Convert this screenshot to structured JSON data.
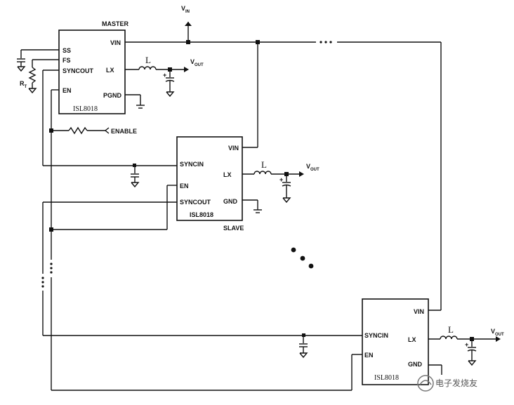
{
  "supply": {
    "vin_label": "V",
    "vin_sub": "IN",
    "vout_label": "V",
    "vout_sub": "OUT",
    "inductor_label": "L",
    "cap_plus": "+",
    "rt_label": "R",
    "rt_sub": "T",
    "enable_label": "ENABLE"
  },
  "master": {
    "title": "MASTER",
    "part": "ISL8018",
    "pins": {
      "ss": "SS",
      "fs": "FS",
      "syncout": "SYNCOUT",
      "en": "EN",
      "vin": "VIN",
      "lx": "LX",
      "pgnd": "PGND"
    }
  },
  "slave": {
    "title": "SLAVE",
    "part": "ISL8018",
    "pins": {
      "syncin": "SYNCIN",
      "en": "EN",
      "syncout": "SYNCOUT",
      "vin": "VIN",
      "lx": "LX",
      "gnd": "GND"
    }
  },
  "last": {
    "part": "ISL8018",
    "pins": {
      "syncin": "SYNCIN",
      "en": "EN",
      "vin": "VIN",
      "lx": "LX",
      "gnd": "GND"
    }
  },
  "watermark": "电子发烧友",
  "colors": {
    "ink": "#111111",
    "background": "#ffffff"
  }
}
